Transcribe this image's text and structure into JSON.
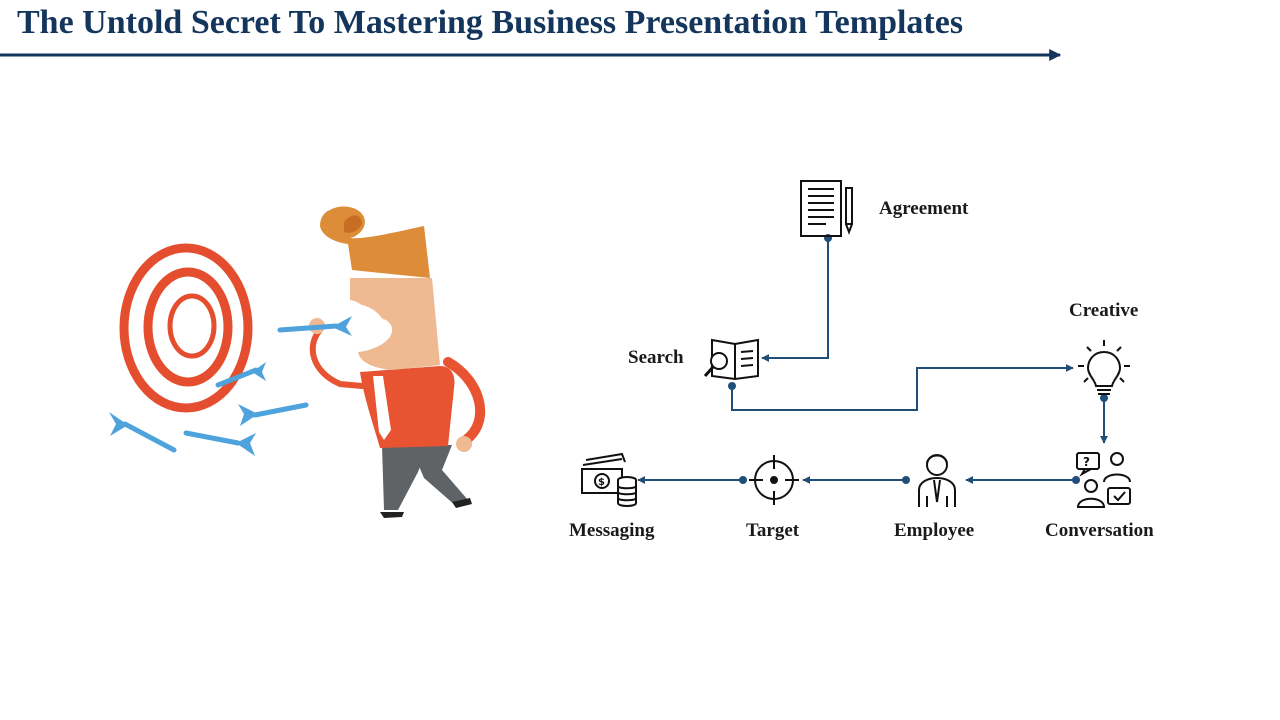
{
  "header": {
    "title": "The Untold Secret To Mastering Business Presentation Templates"
  },
  "colors": {
    "title": "#15365c",
    "connector": "#1f4e79",
    "target_ring": "#e44d2e",
    "dart": "#4ea3dc",
    "shirt": "#e85332",
    "hair": "#dd8c38",
    "skin": "#efb992",
    "pants": "#5f6366"
  },
  "nodes": {
    "agreement": {
      "label": "Agreement",
      "icon": "document-pen-icon"
    },
    "search": {
      "label": "Search",
      "icon": "document-magnifier-icon"
    },
    "creative": {
      "label": "Creative",
      "icon": "lightbulb-icon"
    },
    "conversation": {
      "label": "Conversation",
      "icon": "conversation-people-icon"
    },
    "employee": {
      "label": "Employee",
      "icon": "employee-icon"
    },
    "target": {
      "label": "Target",
      "icon": "crosshair-icon"
    },
    "messaging": {
      "label": "Messaging",
      "icon": "money-coins-icon"
    }
  },
  "flow": [
    "agreement",
    "search",
    "creative",
    "conversation",
    "employee",
    "target",
    "messaging"
  ]
}
